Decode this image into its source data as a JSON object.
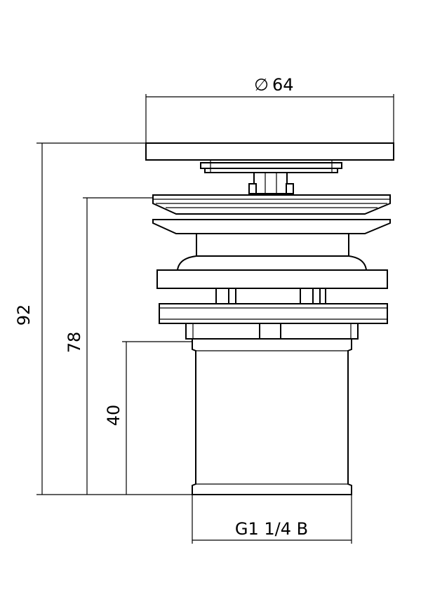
{
  "drawing": {
    "dimensions": {
      "diameter_symbol": "∅",
      "diameter_value": "64",
      "height_total": "92",
      "height_body": "78",
      "height_thread": "40",
      "thread_size": "G1 1/4 B"
    }
  }
}
